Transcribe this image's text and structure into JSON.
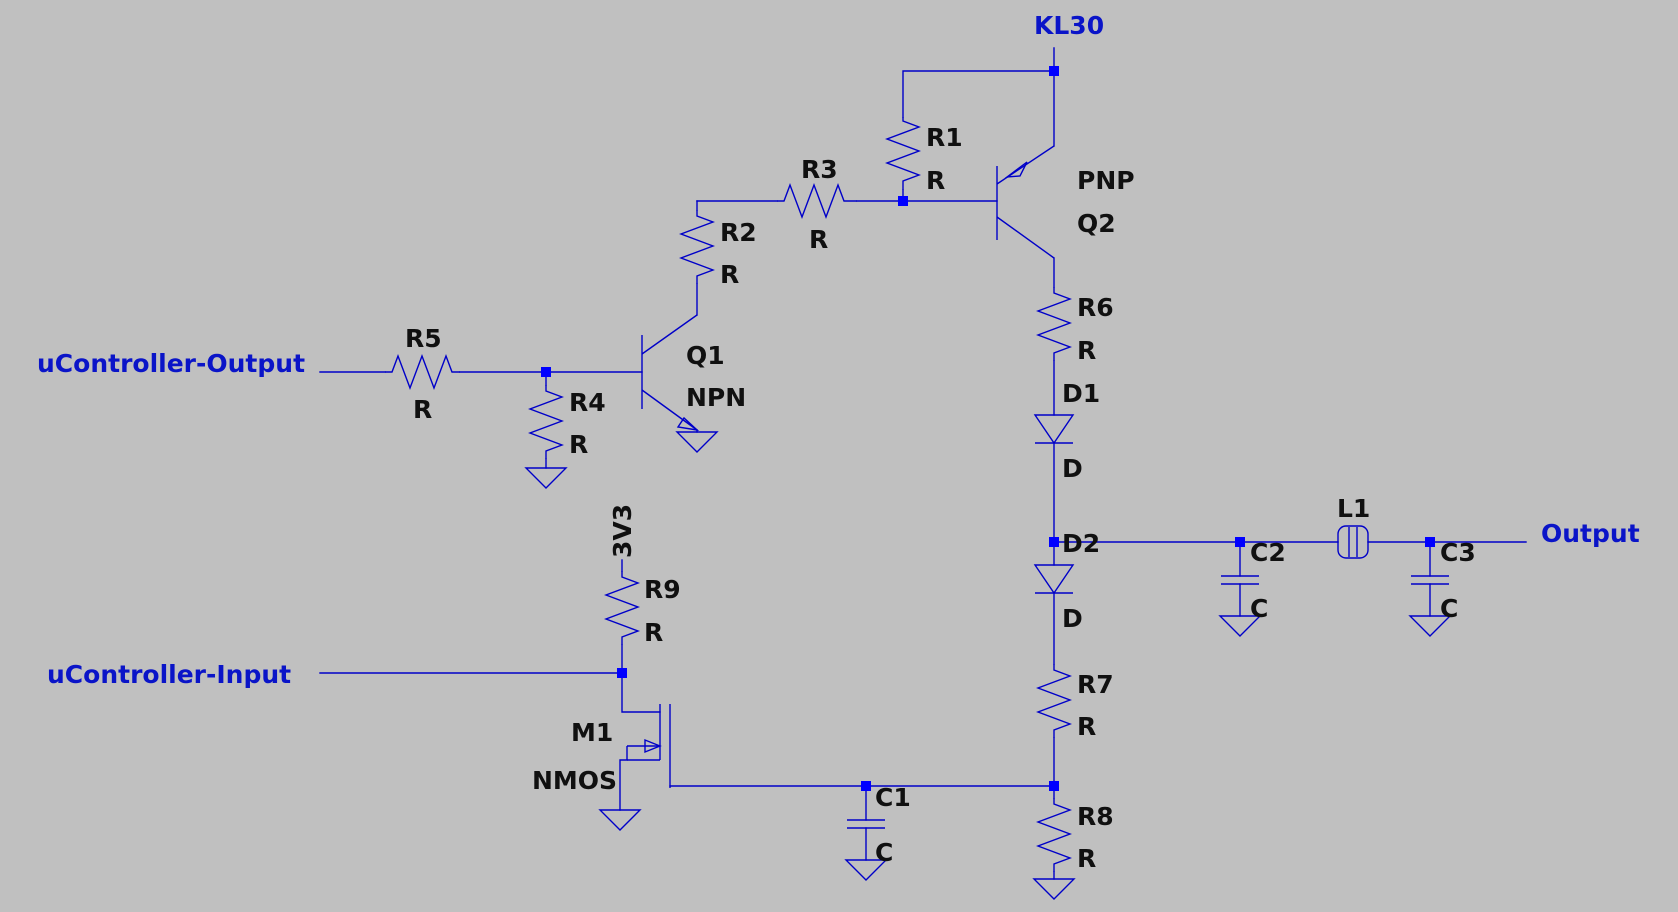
{
  "nets": {
    "kl30": "KL30",
    "uc_output": "uController-Output",
    "uc_input": "uController-Input",
    "output": "Output",
    "v3v3": "3V3"
  },
  "components": {
    "R1": {
      "ref": "R1",
      "value": "R"
    },
    "R2": {
      "ref": "R2",
      "value": "R"
    },
    "R3": {
      "ref": "R3",
      "value": "R"
    },
    "R4": {
      "ref": "R4",
      "value": "R"
    },
    "R5": {
      "ref": "R5",
      "value": "R"
    },
    "R6": {
      "ref": "R6",
      "value": "R"
    },
    "R7": {
      "ref": "R7",
      "value": "R"
    },
    "R8": {
      "ref": "R8",
      "value": "R"
    },
    "R9": {
      "ref": "R9",
      "value": "R"
    },
    "Q1": {
      "ref": "Q1",
      "value": "NPN"
    },
    "Q2": {
      "ref": "Q2",
      "value": "PNP"
    },
    "M1": {
      "ref": "M1",
      "value": "NMOS"
    },
    "D1": {
      "ref": "D1",
      "value": "D"
    },
    "D2": {
      "ref": "D2",
      "value": "D"
    },
    "C1": {
      "ref": "C1",
      "value": "C"
    },
    "C2": {
      "ref": "C2",
      "value": "C"
    },
    "C3": {
      "ref": "C3",
      "value": "C"
    },
    "L1": {
      "ref": "L1"
    }
  }
}
